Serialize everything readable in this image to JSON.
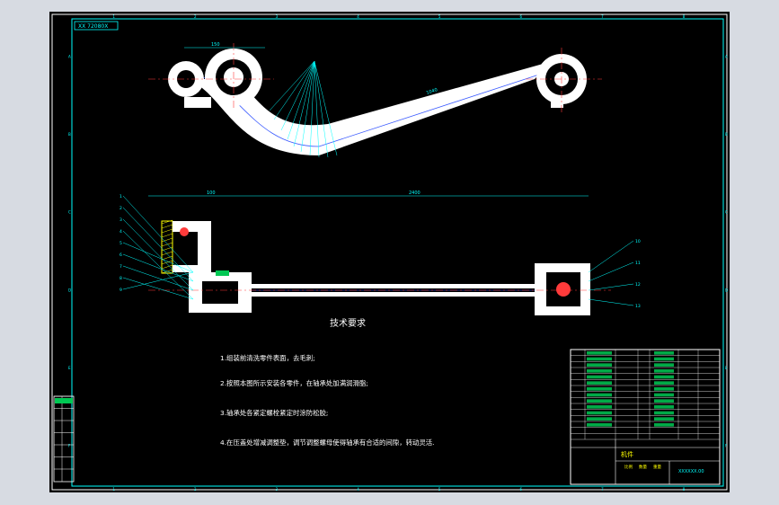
{
  "drawing": {
    "header_tag": "XX 72080X",
    "tech_title": "技术要求",
    "requirements": [
      "1.组装前清洗零件表面，去毛刺;",
      "2.按照本图所示安装各零件，在轴承处加满润滑脂;",
      "3.轴承处各紧定螺栓紧定时涂防松胶;",
      "4.在压盖处增减调整垫，调节调整螺母使得轴承有合适的间隙，转动灵活."
    ],
    "dims": {
      "top_long": "1040",
      "top_left": "150",
      "elev_left": "100",
      "elev_main": "2400"
    },
    "callouts_left": [
      "1",
      "2",
      "3",
      "4",
      "5",
      "6",
      "7",
      "8",
      "9"
    ],
    "callouts_right": [
      "10",
      "11",
      "12",
      "13"
    ],
    "border_letters_top": [
      "1",
      "2",
      "3",
      "4",
      "5",
      "6",
      "7",
      "8"
    ],
    "border_letters_side": [
      "A",
      "B",
      "C",
      "D",
      "E",
      "F"
    ],
    "title_block": {
      "part_title": "机件",
      "drawing_no": "XXXXXX.00",
      "row_labels": [
        "比例",
        "数量",
        "重量"
      ],
      "bom_rows": 15
    }
  },
  "colors": {
    "background": "#000000",
    "frame": "#ffffff",
    "border": "#00ffff",
    "dimension": "#00ffff",
    "centerline": "#ff3b3b",
    "hidden": "#3b5bff",
    "hatch": "#ffff00",
    "part_fill": "#ffffff",
    "label_box": "#00c853",
    "app_bg": "#d7dbe2"
  }
}
